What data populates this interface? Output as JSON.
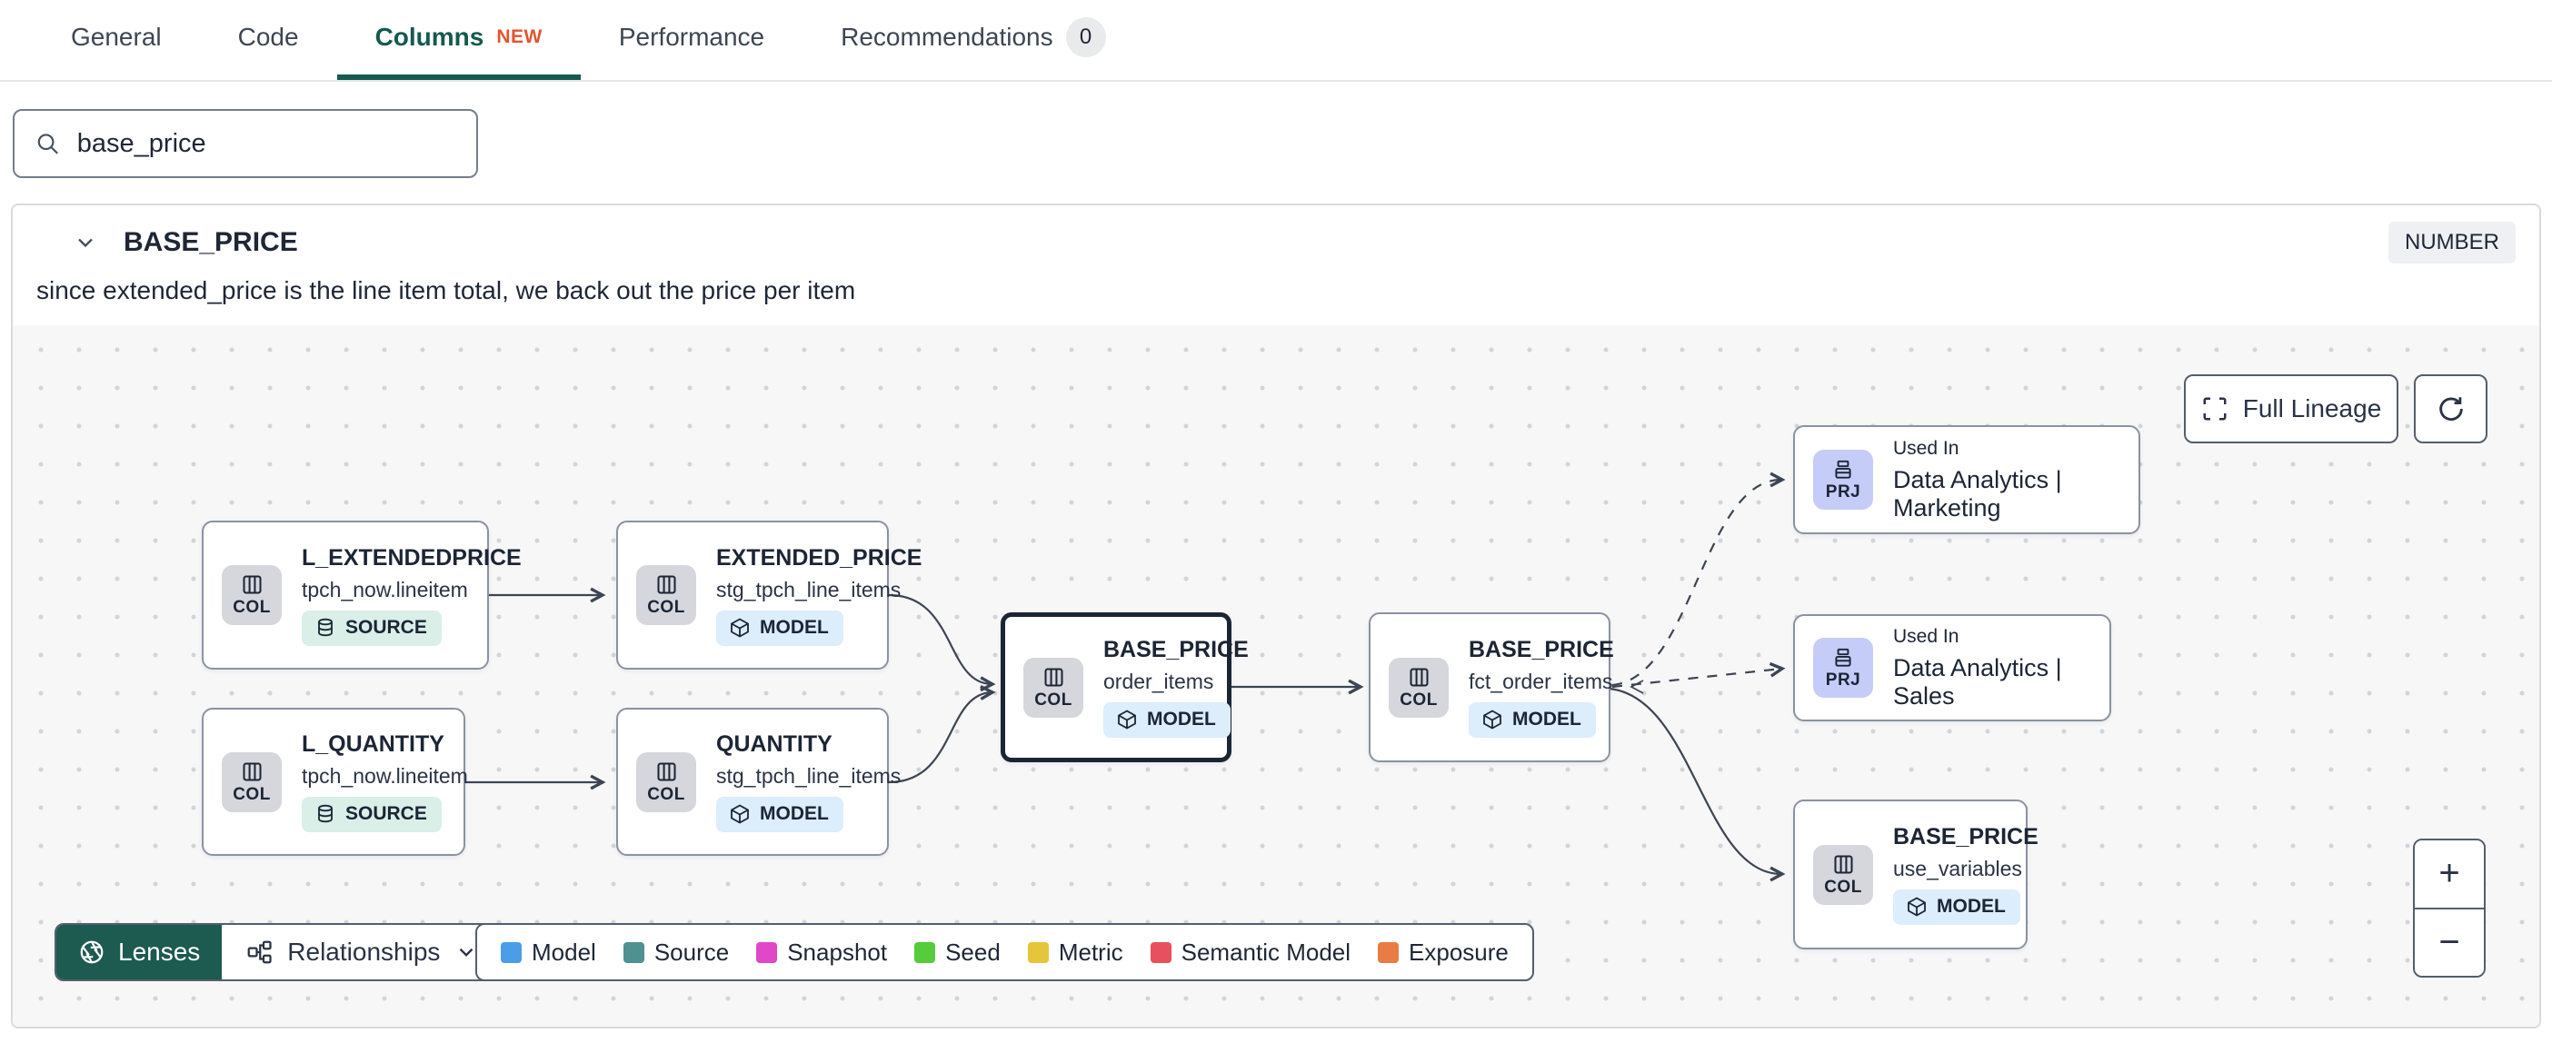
{
  "tabs": [
    {
      "label": "General"
    },
    {
      "label": "Code"
    },
    {
      "label": "Columns",
      "badge": "NEW",
      "active": true
    },
    {
      "label": "Performance"
    },
    {
      "label": "Recommendations",
      "count": "0"
    }
  ],
  "search": {
    "value": "base_price"
  },
  "column_panel": {
    "title": "BASE_PRICE",
    "type_badge": "NUMBER",
    "description": "since extended_price is the line item total, we back out the price per item"
  },
  "lineage": {
    "controls": {
      "full_lineage_label": "Full Lineage",
      "zoom_in_label": "+",
      "zoom_out_label": "−"
    },
    "toolbar": {
      "lenses_label": "Lenses",
      "relationships_label": "Relationships"
    },
    "legend": [
      {
        "label": "Model",
        "color": "#4a9ee8"
      },
      {
        "label": "Source",
        "color": "#4f9090"
      },
      {
        "label": "Snapshot",
        "color": "#e048c8"
      },
      {
        "label": "Seed",
        "color": "#56cb3c"
      },
      {
        "label": "Metric",
        "color": "#e7c53a"
      },
      {
        "label": "Semantic Model",
        "color": "#e8505e"
      },
      {
        "label": "Exposure",
        "color": "#e87c45"
      }
    ],
    "nodes": [
      {
        "title": "L_EXTENDEDPRICE",
        "subtitle": "tpch_now.lineitem",
        "icon_label": "COL",
        "badge": "SOURCE"
      },
      {
        "title": "L_QUANTITY",
        "subtitle": "tpch_now.lineitem",
        "icon_label": "COL",
        "badge": "SOURCE"
      },
      {
        "title": "EXTENDED_PRICE",
        "subtitle": "stg_tpch_line_items",
        "icon_label": "COL",
        "badge": "MODEL"
      },
      {
        "title": "QUANTITY",
        "subtitle": "stg_tpch_line_items",
        "icon_label": "COL",
        "badge": "MODEL"
      },
      {
        "title": "BASE_PRICE",
        "subtitle": "order_items",
        "icon_label": "COL",
        "badge": "MODEL",
        "selected": true
      },
      {
        "title": "BASE_PRICE",
        "subtitle": "fct_order_items",
        "icon_label": "COL",
        "badge": "MODEL"
      },
      {
        "eyebrow": "Used In",
        "title": "Data Analytics | Marketing",
        "icon_label": "PRJ"
      },
      {
        "eyebrow": "Used In",
        "title": "Data Analytics | Sales",
        "icon_label": "PRJ"
      },
      {
        "title": "BASE_PRICE",
        "subtitle": "use_variables",
        "icon_label": "COL",
        "badge": "MODEL"
      }
    ]
  }
}
